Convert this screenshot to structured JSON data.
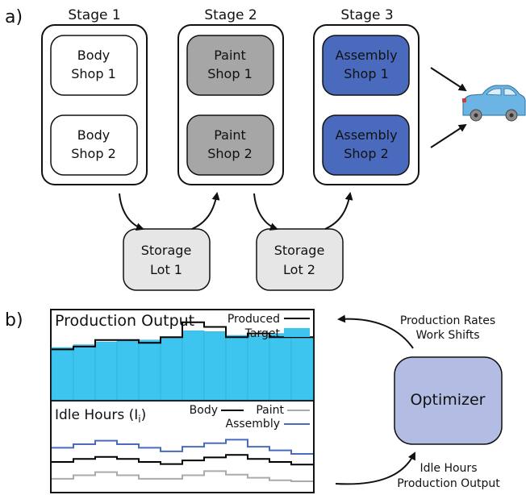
{
  "panel_a": {
    "label": "a)",
    "stages": [
      {
        "title": "Stage 1",
        "shops": [
          [
            "Body",
            "Shop 1"
          ],
          [
            "Body",
            "Shop 2"
          ]
        ]
      },
      {
        "title": "Stage 2",
        "shops": [
          [
            "Paint",
            "Shop 1"
          ],
          [
            "Paint",
            "Shop 2"
          ]
        ]
      },
      {
        "title": "Stage 3",
        "shops": [
          [
            "Assembly",
            "Shop 1"
          ],
          [
            "Assembly",
            "Shop 2"
          ]
        ]
      }
    ],
    "storage": [
      [
        "Storage",
        "Lot 1"
      ],
      [
        "Storage",
        "Lot 2"
      ]
    ]
  },
  "panel_b": {
    "label": "b)",
    "optimizer_label": "Optimizer",
    "inputs_label": [
      "Production Rates",
      "Work Shifts"
    ],
    "outputs_label": [
      "Idle Hours",
      "Production Output"
    ]
  },
  "colors": {
    "shop_body": "#ffffff",
    "shop_paint": "#a6a6a6",
    "shop_assembly": "#4a6bbd",
    "storage": "#e6e6e6",
    "optimizer": "#b3bde3",
    "target": "#3ec5ef",
    "produced": "#000000",
    "idle_body": "#000000",
    "idle_paint": "#aaaaaa",
    "idle_assembly": "#4a6bbd",
    "car": "#6cb4e4"
  },
  "chart_data": [
    {
      "type": "bar",
      "title": "Production Output",
      "legend": [
        "Produced",
        "Target"
      ],
      "legend_position": "top-right",
      "series": [
        {
          "name": "Target",
          "values": [
            0.56,
            0.59,
            0.62,
            0.63,
            0.64,
            0.66,
            0.74,
            0.73,
            0.69,
            0.69,
            0.71,
            0.66
          ]
        },
        {
          "name": "Produced",
          "values": [
            0.54,
            0.57,
            0.64,
            0.64,
            0.61,
            0.67,
            0.83,
            0.78,
            0.67,
            0.71,
            0.67,
            0.67
          ]
        }
      ]
    },
    {
      "type": "line",
      "title": "Idle Hours (I",
      "title_subscript": "i",
      "title_suffix": ")",
      "legend": [
        "Body",
        "Paint",
        "Assembly"
      ],
      "legend_position": "top-right",
      "series": [
        {
          "name": "Assembly",
          "values": [
            0.66,
            0.73,
            0.8,
            0.73,
            0.66,
            0.59,
            0.68,
            0.75,
            0.82,
            0.68,
            0.61,
            0.54
          ]
        },
        {
          "name": "Body",
          "values": [
            0.38,
            0.44,
            0.48,
            0.44,
            0.38,
            0.34,
            0.41,
            0.47,
            0.52,
            0.44,
            0.38,
            0.33
          ]
        },
        {
          "name": "Paint",
          "values": [
            0.05,
            0.12,
            0.18,
            0.12,
            0.05,
            0.05,
            0.12,
            0.2,
            0.13,
            0.07,
            0.02,
            0.0
          ]
        }
      ]
    }
  ]
}
